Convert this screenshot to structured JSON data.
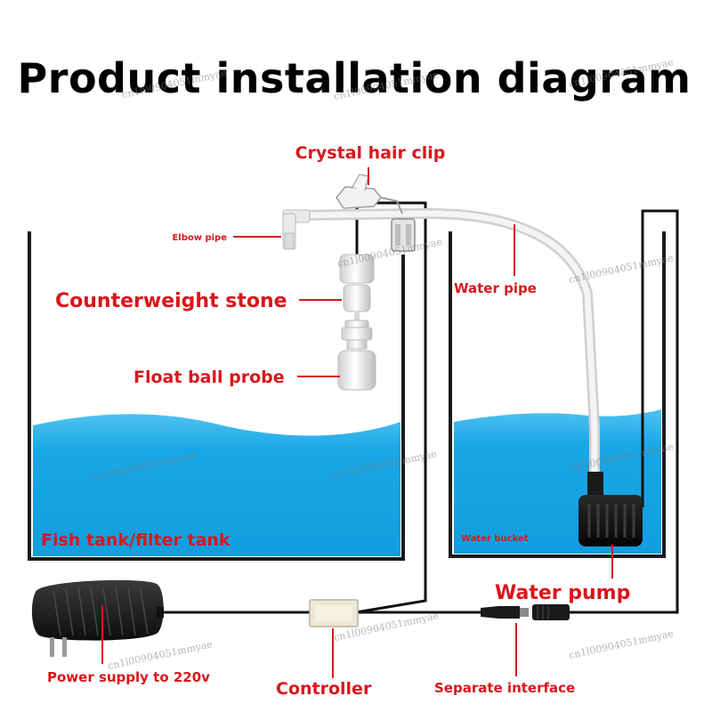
{
  "title": "Product installation diagram",
  "colors": {
    "label": "#d9161b",
    "water": "#1aa7e6",
    "water_top": "#5cc6f2",
    "tank_wall": "#1a1a1a",
    "cable": "#111111",
    "pipe": "#e6e6e6"
  },
  "labels": {
    "crystal_hair_clip": "Crystal hair clip",
    "elbow_pipe": "Elbow pipe",
    "water_pipe": "Water pipe",
    "counterweight_stone": "Counterweight stone",
    "float_ball_probe": "Float ball probe",
    "fish_tank": "Fish tank/filter tank",
    "water_bucket": "Water bucket",
    "water_pump": "Water pump",
    "power_supply": "Power supply to 220v",
    "controller": "Controller",
    "separate_interface": "Separate interface"
  },
  "watermark": "cn1l00904051mmyae"
}
